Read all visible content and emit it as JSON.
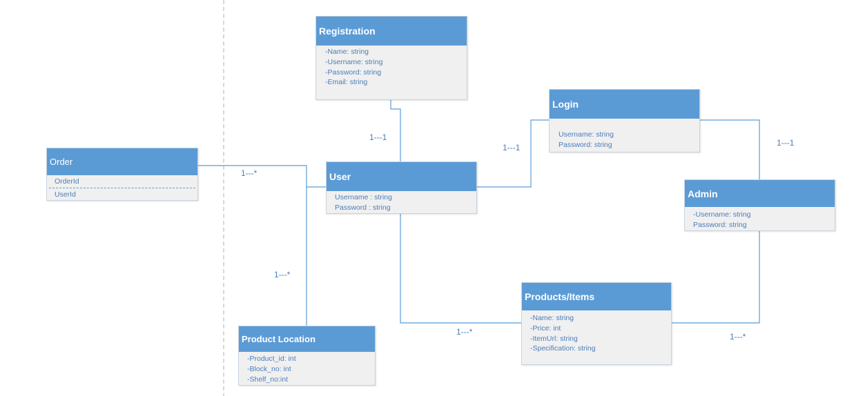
{
  "classes": {
    "registration": {
      "name": "Registration",
      "attributes": [
        "-Name: string",
        "-Username: string",
        "-Password: string",
        "-Email: string"
      ]
    },
    "login": {
      "name": "Login",
      "attributes": [
        "Username: string",
        "Password: string"
      ]
    },
    "order": {
      "name": "Order",
      "attributes": [
        "OrderId",
        "UserId"
      ]
    },
    "user": {
      "name": "User",
      "attributes": [
        "Username : string",
        "Password : string"
      ]
    },
    "admin": {
      "name": "Admin",
      "attributes": [
        "-Username: string",
        "Password: string"
      ]
    },
    "products": {
      "name": "Products/Items",
      "attributes": [
        "-Name: string",
        "-Price: int",
        "-ItemUrl: string",
        "-Specification: string"
      ]
    },
    "location": {
      "name": "Product Location",
      "attributes": [
        "-Product_id: int",
        "-Block_no: int",
        "-Shelf_no:int"
      ]
    }
  },
  "multiplicities": {
    "registration_user": "1---1",
    "user_login": "1---1",
    "login_admin": "1---1",
    "order_user": "1---*",
    "user_location": "1---*",
    "user_products": "1---*",
    "admin_products": "1---*"
  },
  "colors": {
    "header": "#5b9bd5",
    "body": "#f0f0f0",
    "attribute_text": "#4a7db8",
    "connector": "#5b9bd5",
    "boundary": "#b0b0b0"
  }
}
